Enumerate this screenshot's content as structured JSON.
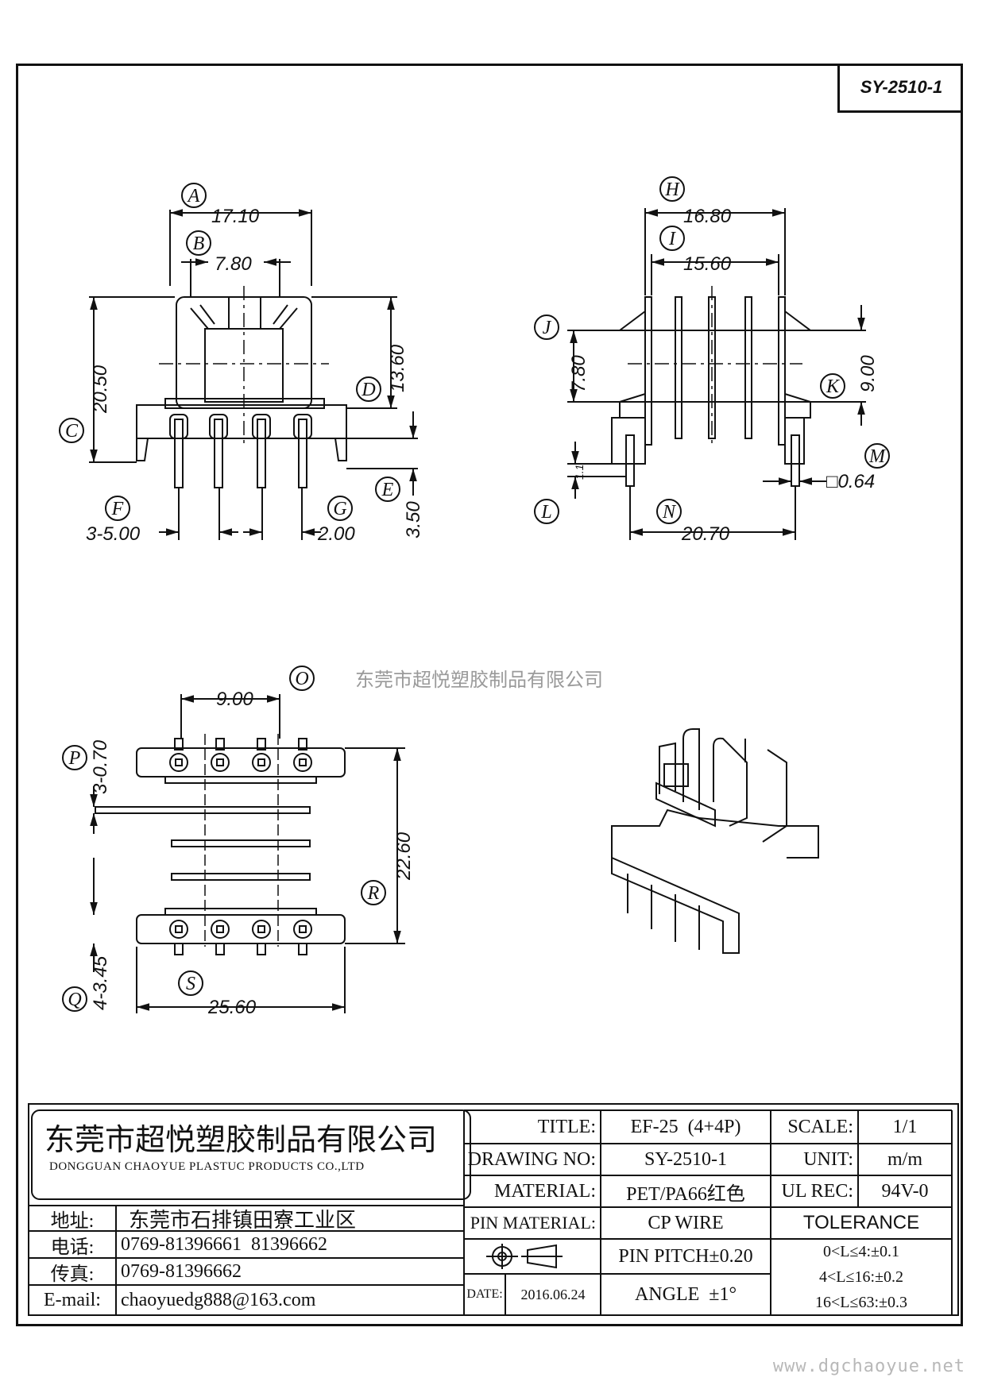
{
  "drawing_number_box": "SY-2510-1",
  "watermark": "东莞市超悦塑胶制品有限公司",
  "website": "www.dgchaoyue.net",
  "dimensions": {
    "A": "17.10",
    "B": "7.80",
    "C": "20.50",
    "D": "13.60",
    "E": "3.50",
    "F": "3-5.00",
    "G": "2.00",
    "H": "16.80",
    "I": "15.60",
    "J": "7.80",
    "K": "9.00",
    "L": "1.1",
    "M": "□0.64",
    "N": "20.70",
    "O": "9.00",
    "P": "3-0.70",
    "Q": "4-3.45",
    "R": "22.60",
    "S": "25.60"
  },
  "labels": [
    "A",
    "B",
    "C",
    "D",
    "E",
    "F",
    "G",
    "H",
    "I",
    "J",
    "K",
    "L",
    "M",
    "N",
    "O",
    "P",
    "Q",
    "R",
    "S"
  ],
  "title_block": {
    "company_cn": "东莞市超悦塑胶制品有限公司",
    "company_en": "DONGGUAN CHAOYUE PLASTUC PRODUCTS CO.,LTD",
    "address_label": "地址:",
    "address": "东莞市石排镇田寮工业区",
    "tel_label": "电话:",
    "tel": "0769-81396661  81396662",
    "fax_label": "传真:",
    "fax": "0769-81396662",
    "email_label": "E-mail:",
    "email": "chaoyuedg888@163.com",
    "title_label": "TITLE:",
    "title": "EF-25  (4+4P)",
    "drawing_no_label": "DRAWING NO:",
    "drawing_no": "SY-2510-1",
    "material_label": "MATERIAL:",
    "material": "PET/PA66红色",
    "pin_material_label": "PIN MATERIAL:",
    "pin_material": "CP WIRE",
    "pin_pitch": "PIN PITCH±0.20",
    "date_label": "DATE:",
    "date": "2016.06.24",
    "angle": "ANGLE  ±1°",
    "scale_label": "SCALE:",
    "scale": "1/1",
    "unit_label": "UNIT:",
    "unit": "m/m",
    "ul_label": "UL REC:",
    "ul": "94V-0",
    "tolerance_label": "TOLERANCE",
    "tolerance_1": "0<L≤4:±0.1",
    "tolerance_2": "4<L≤16:±0.2",
    "tolerance_3": "16<L≤63:±0.3"
  }
}
